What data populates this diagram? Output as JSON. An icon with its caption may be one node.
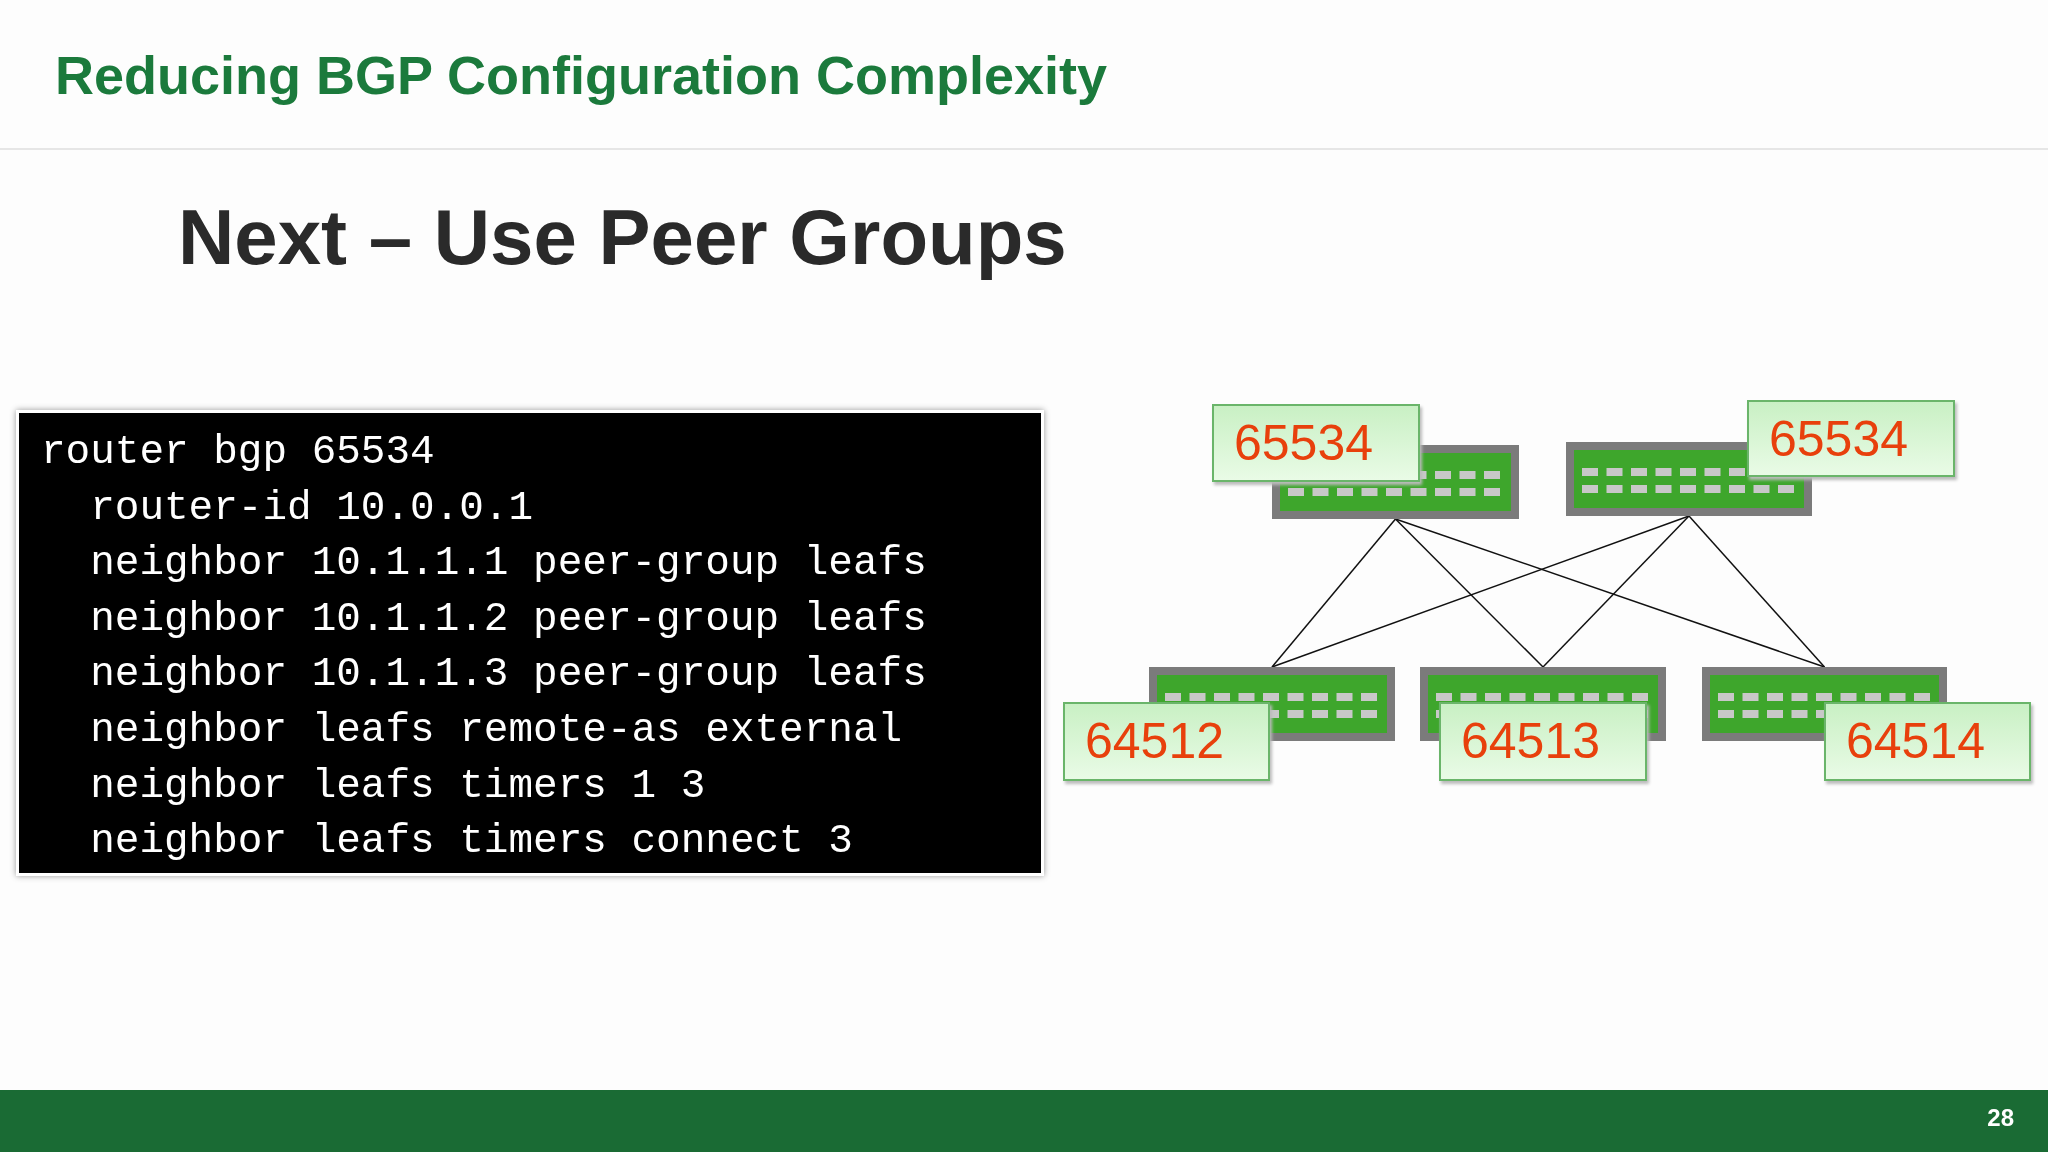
{
  "diagram": {
    "title": "Reducing BGP Configuration Complexity",
    "nodes": [
      {
        "text": [
          "router bgp 65534",
          "  router-id 10.0.0.1",
          "  neighbor 10.1.1.1 peer-group leafs",
          "  neighbor 10.1.1.2 peer-group leafs",
          "  neighbor 10.1.1.3 peer-group leafs",
          "  neighbor leafs remote-as external",
          "  neighbor leafs timers 1 3",
          "  neighbor leafs timers connect 3"
        ]
      },
      {
        "text": [
          "65534"
        ]
      },
      {
        "text": [
          "65534"
        ]
      },
      {
        "text": [
          "64512"
        ]
      },
      {
        "text": [
          "64513"
        ]
      },
      {
        "text": [
          "64514"
        ]
      }
    ],
    "edges": [
      {
        "from": 1,
        "to": 3,
        "arrow": "none"
      },
      {
        "from": 1,
        "to": 4,
        "arrow": "none"
      },
      {
        "from": 1,
        "to": 5,
        "arrow": "none"
      },
      {
        "from": 2,
        "to": 3,
        "arrow": "none"
      },
      {
        "from": 2,
        "to": 4,
        "arrow": "none"
      },
      {
        "from": 2,
        "to": 5,
        "arrow": "none"
      }
    ],
    "labels": [
      "Next – Use Peer Groups",
      "28"
    ]
  }
}
